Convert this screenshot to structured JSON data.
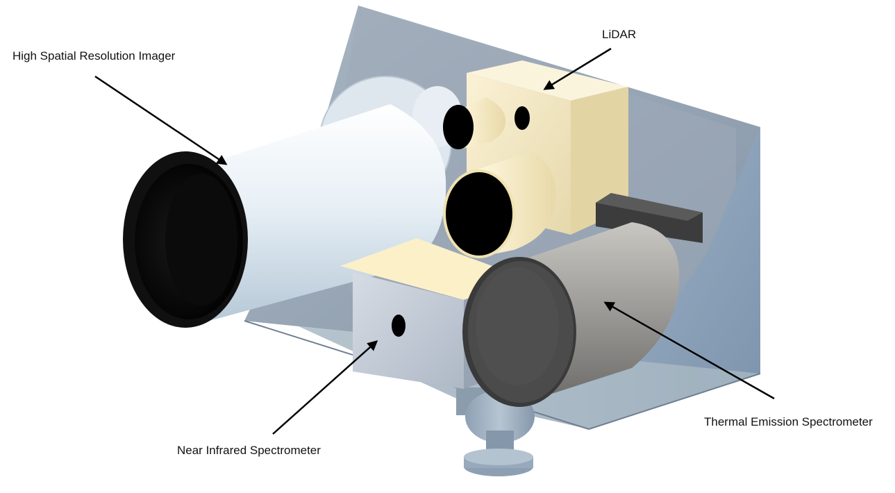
{
  "labels": {
    "imager": "High Spatial Resolution Imager",
    "lidar": "LiDAR",
    "near_ir": "Near Infrared Spectrometer",
    "thermal": "Thermal Emission Spectrometer"
  }
}
